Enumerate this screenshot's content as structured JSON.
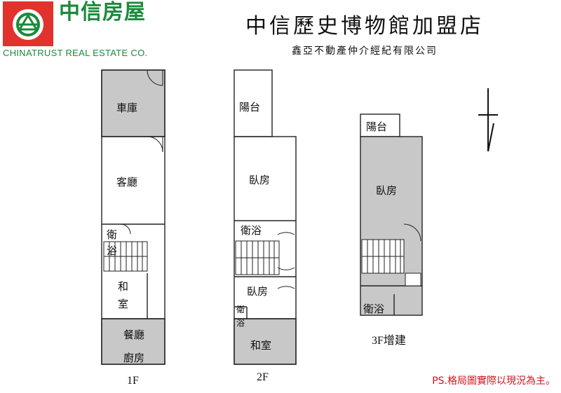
{
  "header": {
    "logo_chinese": "中信房屋",
    "logo_english": "CHINATRUST REAL ESTATE CO.",
    "title": "中信歷史博物館加盟店",
    "subtitle": "鑫亞不動產仲介經紀有限公司"
  },
  "floors": [
    {
      "label": "1F",
      "rooms": [
        "車庫",
        "客廳",
        "衛",
        "浴",
        "和",
        "室",
        "餐廳",
        "廚房"
      ]
    },
    {
      "label": "2F",
      "rooms": [
        "陽台",
        "臥房",
        "衛浴",
        "臥房",
        "衛",
        "浴",
        "和室"
      ]
    },
    {
      "label": "3F增建",
      "rooms": [
        "陽台",
        "臥房",
        "衛浴"
      ]
    }
  ],
  "footer_note": "PS.格局圖實際以現況為主。",
  "colors": {
    "brand_green": "#1b8a3c",
    "brand_red": "#e2322d",
    "shaded_room": "#c8c8c8",
    "note_red": "#d0131e"
  },
  "icons": [
    "chinatrust-logo-icon",
    "north-arrow-icon"
  ]
}
